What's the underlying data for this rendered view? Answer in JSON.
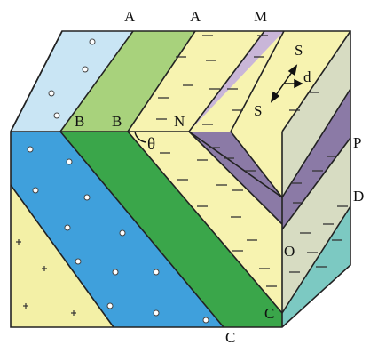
{
  "figure": {
    "labels": {
      "A1": "A",
      "A2": "A",
      "M": "M",
      "S_top": "S",
      "S_bottom": "S",
      "d": "d",
      "B1": "B",
      "B2": "B",
      "N": "N",
      "theta": "θ",
      "P": "P",
      "D": "D",
      "O": "O",
      "C_front": "C",
      "C_bottom": "C"
    },
    "colors": {
      "light_blue": "#c9e5f4",
      "blue": "#3fa0dc",
      "light_green": "#a8d27c",
      "green": "#3aa64a",
      "cream": "#f7f3b0",
      "lavender": "#c9b6d8",
      "purple_dark": "#8b7aa6",
      "gray_green": "#d7dcc2",
      "teal": "#7cc9c2",
      "pale_yellow": "#f3f0a6"
    }
  }
}
